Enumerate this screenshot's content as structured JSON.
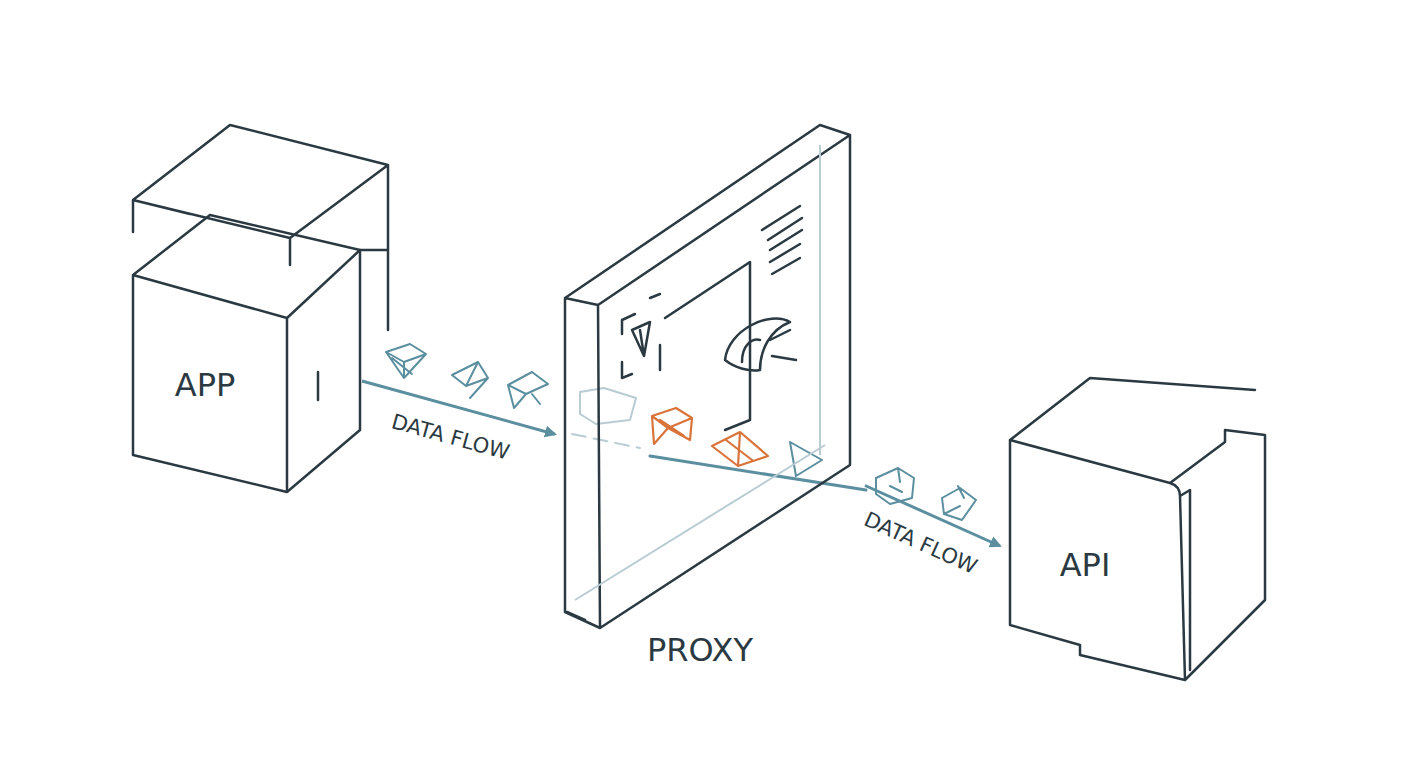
{
  "diagram": {
    "nodes": [
      {
        "text": [
          "APP"
        ]
      },
      {
        "text": [
          "PROXY"
        ]
      },
      {
        "text": [
          "API"
        ]
      }
    ],
    "edges": [
      {
        "from": 0,
        "to": 1,
        "label": "DATA FLOW",
        "arrow": "to"
      },
      {
        "from": 1,
        "to": 2,
        "label": "DATA FLOW",
        "arrow": "to"
      }
    ]
  }
}
